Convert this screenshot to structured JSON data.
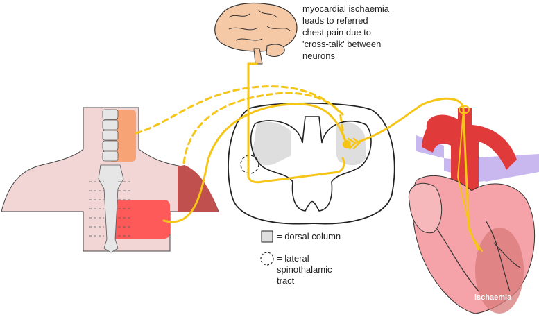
{
  "caption": "myocardial ischaemia\nleads to referred\nchest pain due to\n'cross-talk' between\nneurons",
  "legend": {
    "dorsal_column": "= dorsal column",
    "lateral_tract": "= lateral\nspinothalamic\ntract"
  },
  "heart_label": "ischaemia",
  "colors": {
    "nerve": "#f5c518",
    "skin": "#f2d6d6",
    "referred_pain": "#ff5a5a",
    "arm_pain": "#c0504d",
    "neck_pain": "#f7a070",
    "aorta": "#e03a3a",
    "vein": "#c9b8f0",
    "heart": "#f5a3a8",
    "brain": "#f6c9a6",
    "grey_matter": "#dedede"
  }
}
